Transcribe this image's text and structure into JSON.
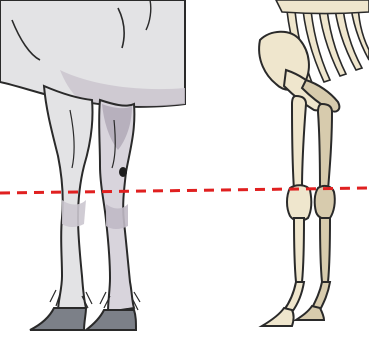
{
  "figure": {
    "panels": [
      {
        "id": "left",
        "subject": "horse-hind-legs-illustration"
      },
      {
        "id": "right",
        "subject": "horse-skeleton-hind-legs"
      }
    ],
    "reference_line": {
      "style": "dashed",
      "color": "#e02020"
    },
    "colors": {
      "coat": "#e3e3e5",
      "coat_shadow": "#cbc6cf",
      "coat_dark": "#b7b0bd",
      "hoof": "#7c8088",
      "bone": "#efe6cd",
      "bone_shadow": "#d7cbad",
      "outline": "#2a2a2a"
    }
  }
}
